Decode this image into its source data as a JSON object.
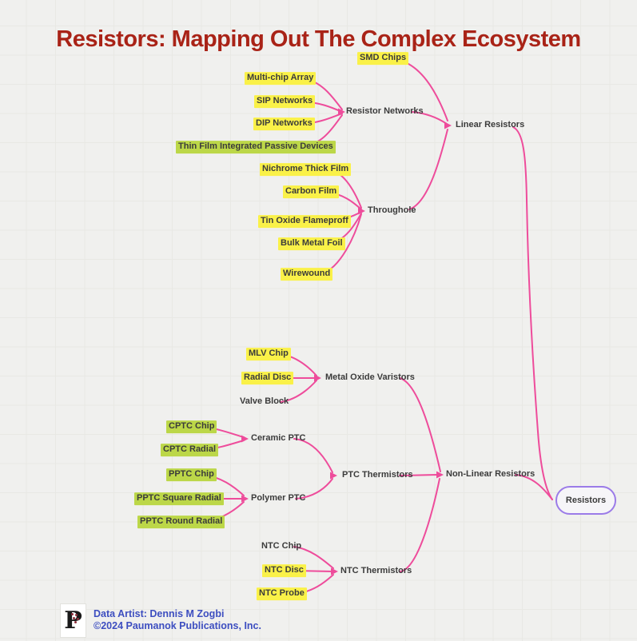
{
  "title": "Resistors: Mapping Out The Complex Ecosystem",
  "root": {
    "label": "Resistors"
  },
  "nodes": {
    "smd_chips": {
      "label": "SMD Chips",
      "parent": "Linear Resistors",
      "highlight": "yellow"
    },
    "multi_chip_array": {
      "label": "Multi-chip Array",
      "parent": "Resistor Networks",
      "highlight": "yellow"
    },
    "sip_networks": {
      "label": "SIP Networks",
      "parent": "Resistor Networks",
      "highlight": "yellow"
    },
    "dip_networks": {
      "label": "DIP Networks",
      "parent": "Resistor Networks",
      "highlight": "yellow"
    },
    "thin_film_ipd": {
      "label": "Thin Film Integrated Passive Devices",
      "parent": "Resistor Networks",
      "highlight": "green"
    },
    "resistor_networks": {
      "label": "Resistor Networks",
      "parent": "Linear Resistors",
      "highlight": "none"
    },
    "nichrome_thick_film": {
      "label": "Nichrome Thick Film",
      "parent": "Throughole",
      "highlight": "yellow"
    },
    "carbon_film": {
      "label": "Carbon Film",
      "parent": "Throughole",
      "highlight": "yellow"
    },
    "tin_oxide_flameproff": {
      "label": "Tin Oxide Flameproff",
      "parent": "Throughole",
      "highlight": "yellow"
    },
    "bulk_metal_foil": {
      "label": "Bulk Metal Foil",
      "parent": "Throughole",
      "highlight": "yellow"
    },
    "wirewound": {
      "label": "Wirewound",
      "parent": "Throughole",
      "highlight": "yellow"
    },
    "throughole": {
      "label": "Throughole",
      "parent": "Linear Resistors",
      "highlight": "none"
    },
    "linear_resistors": {
      "label": "Linear Resistors",
      "parent": "Resistors",
      "highlight": "none"
    },
    "mlv_chip": {
      "label": "MLV Chip",
      "parent": "Metal Oxide Varistors",
      "highlight": "yellow"
    },
    "radial_disc": {
      "label": "Radial Disc",
      "parent": "Metal Oxide Varistors",
      "highlight": "yellow"
    },
    "valve_block": {
      "label": "Valve Block",
      "parent": "Metal Oxide Varistors",
      "highlight": "none"
    },
    "metal_oxide_varistors": {
      "label": "Metal Oxide Varistors",
      "parent": "Non-Linear Resistors",
      "highlight": "none"
    },
    "cptc_chip": {
      "label": "CPTC Chip",
      "parent": "Ceramic PTC",
      "highlight": "green"
    },
    "cptc_radial": {
      "label": "CPTC Radial",
      "parent": "Ceramic PTC",
      "highlight": "green"
    },
    "ceramic_ptc": {
      "label": "Ceramic PTC",
      "parent": "PTC Thermistors",
      "highlight": "none"
    },
    "pptc_chip": {
      "label": "PPTC Chip",
      "parent": "Polymer PTC",
      "highlight": "green"
    },
    "pptc_square_radial": {
      "label": "PPTC Square Radial",
      "parent": "Polymer PTC",
      "highlight": "green"
    },
    "pptc_round_radial": {
      "label": "PPTC Round Radial",
      "parent": "Polymer PTC",
      "highlight": "green"
    },
    "polymer_ptc": {
      "label": "Polymer PTC",
      "parent": "PTC Thermistors",
      "highlight": "none"
    },
    "ptc_thermistors": {
      "label": "PTC Thermistors",
      "parent": "Non-Linear Resistors",
      "highlight": "none"
    },
    "ntc_chip": {
      "label": "NTC Chip",
      "parent": "NTC Thermistors",
      "highlight": "none"
    },
    "ntc_disc": {
      "label": "NTC Disc",
      "parent": "NTC Thermistors",
      "highlight": "yellow"
    },
    "ntc_probe": {
      "label": "NTC Probe",
      "parent": "NTC Thermistors",
      "highlight": "yellow"
    },
    "ntc_thermistors": {
      "label": "NTC Thermistors",
      "parent": "Non-Linear Resistors",
      "highlight": "none"
    },
    "non_linear_resistors": {
      "label": "Non-Linear Resistors",
      "parent": "Resistors",
      "highlight": "none"
    }
  },
  "footer": {
    "artist": "Data Artist: Dennis M Zogbi",
    "copyright": "©2024 Paumanok Publications, Inc.",
    "logo_letter": "P"
  },
  "colors": {
    "background": "#f0f0ee",
    "title_red": "#a92317",
    "edge_pink": "#ee4c9b",
    "highlight_yellow": "#faf148",
    "highlight_green": "#bcd748",
    "root_border_purple": "#9b7be8",
    "footer_blue": "#3d4ec0",
    "node_text": "#3b3b3b"
  }
}
